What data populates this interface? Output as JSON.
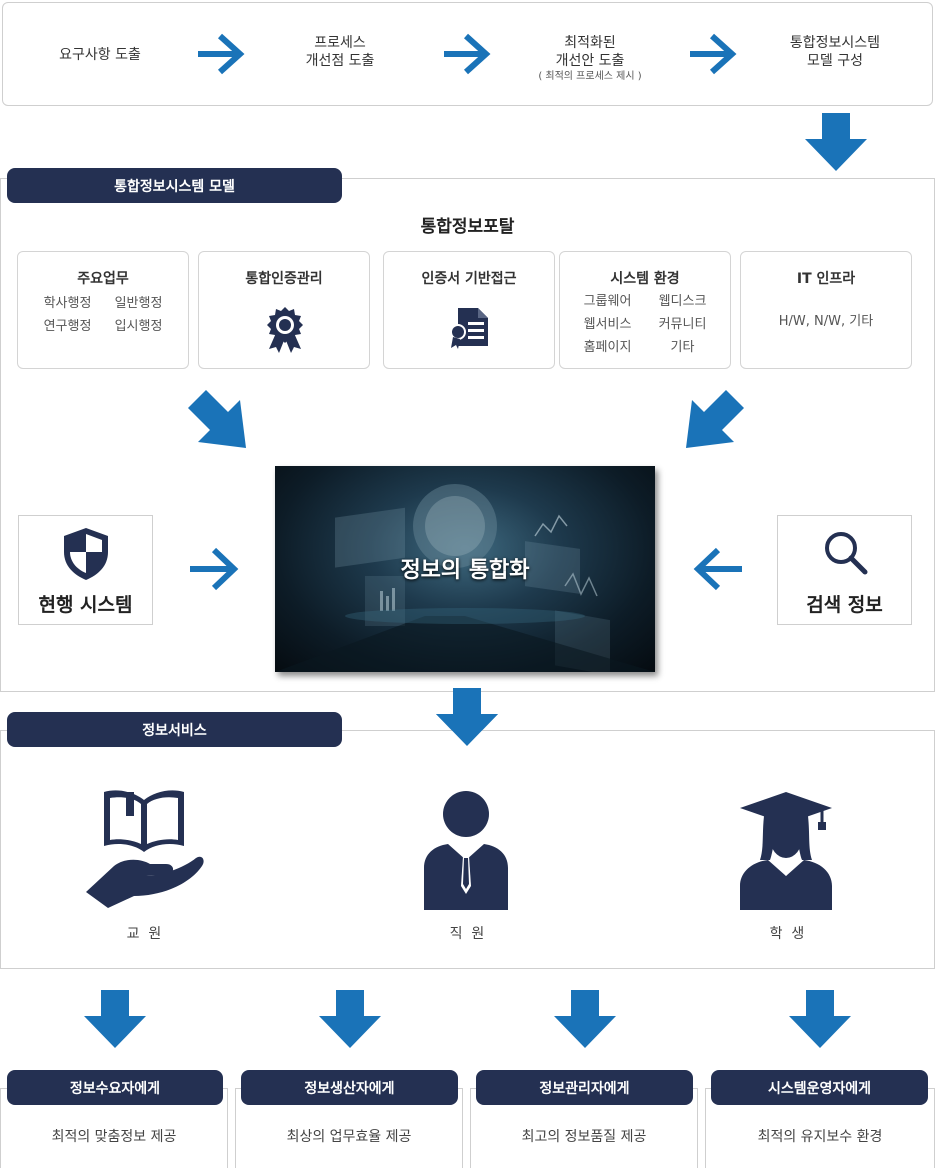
{
  "process": {
    "step1": "요구사항 도출",
    "step2_l1": "프로세스",
    "step2_l2": "개선점 도출",
    "step3_l1": "최적화된",
    "step3_l2": "개선안 도출",
    "step3_note": "( 최적의 프로세스 제시 )",
    "step4_l1": "통합정보시스템",
    "step4_l2": "모델 구성"
  },
  "model": {
    "header": "통합정보시스템 모델",
    "portal_title": "통합정보포탈",
    "cards": {
      "main_work": {
        "title": "주요업무",
        "items": [
          "학사행정",
          "일반행정",
          "연구행정",
          "입시행정"
        ]
      },
      "auth": {
        "title": "통합인증관리",
        "icon": "award-ribbon-icon"
      },
      "cert": {
        "title": "인증서 기반접근",
        "icon": "certificate-document-icon"
      },
      "sysenv": {
        "title": "시스템 환경",
        "items": [
          "그룹웨어",
          "웹디스크",
          "웹서비스",
          "커뮤니티",
          "홈페이지",
          "기타"
        ]
      },
      "infra": {
        "title": "IT 인프라",
        "desc": "H/W, N/W, 기타"
      }
    },
    "current_system": "현행 시스템",
    "center": "정보의 통합화",
    "search_info": "검색 정보"
  },
  "service": {
    "header": "정보서비스",
    "roles": [
      "교  원",
      "직  원",
      "학  생"
    ]
  },
  "outcomes": [
    {
      "title": "정보수요자에게",
      "desc": "최적의 맞춤정보 제공"
    },
    {
      "title": "정보생산자에게",
      "desc": "최상의 업무효율 제공"
    },
    {
      "title": "정보관리자에게",
      "desc": "최고의 정보품질 제공"
    },
    {
      "title": "시스템운영자에게",
      "desc": "최적의 유지보수 환경"
    }
  ],
  "colors": {
    "accent_blue": "#1a73b8",
    "navy": "#243052",
    "border": "#cfcfcf"
  }
}
